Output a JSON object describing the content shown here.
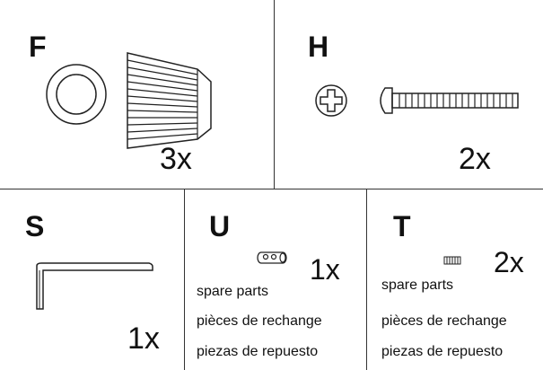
{
  "parts": {
    "F": {
      "letter": "F",
      "quantity": "3x"
    },
    "H": {
      "letter": "H",
      "quantity": "2x"
    },
    "S": {
      "letter": "S",
      "quantity": "1x"
    },
    "U": {
      "letter": "U",
      "quantity": "1x",
      "notes": [
        "spare parts",
        "pièces de rechange",
        "piezas de repuesto"
      ]
    },
    "T": {
      "letter": "T",
      "quantity": "2x",
      "notes": [
        "spare parts",
        "pièces de rechange",
        "piezas de repuesto"
      ]
    }
  }
}
